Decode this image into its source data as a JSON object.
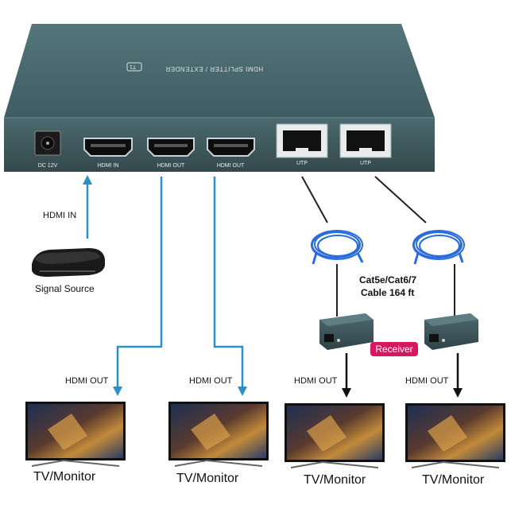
{
  "device": {
    "title": "HDMI SPLITTER / EXTENDER",
    "badge": "T1",
    "ports": [
      "DC 12V",
      "HDMI IN",
      "HDMI OUT",
      "HDMI OUT",
      "UTP",
      "UTP"
    ]
  },
  "source": {
    "arrow_label": "HDMI IN",
    "name": "Signal Source"
  },
  "cable": {
    "line1": "Cat5e/Cat6/7",
    "line2": "Cable  164 ft"
  },
  "receiver_label": "Receiver",
  "outputs": [
    {
      "arrow_label": "HDMI OUT",
      "name": "TV/Monitor"
    },
    {
      "arrow_label": "HDMI OUT",
      "name": "TV/Monitor"
    },
    {
      "arrow_label": "HDMI OUT",
      "name": "TV/Monitor"
    },
    {
      "arrow_label": "HDMI OUT",
      "name": "TV/Monitor"
    }
  ],
  "colors": {
    "device_body": "#3e5a60",
    "device_top": "#476569",
    "hdmi_line": "#2b8fc9",
    "utp_cable": "#2a6cd8",
    "receiver_badge": "#d6175f"
  }
}
